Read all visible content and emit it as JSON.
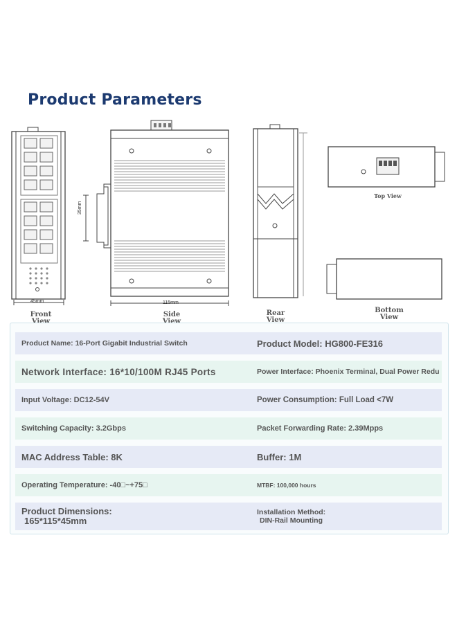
{
  "heading": "Product Parameters",
  "drawings": {
    "views": [
      {
        "id": "front",
        "label_line1": "Front",
        "label_line2": "View"
      },
      {
        "id": "side",
        "label_line1": "Side",
        "label_line2": "View"
      },
      {
        "id": "rear",
        "label_line1": "Rear",
        "label_line2": "View"
      },
      {
        "id": "top",
        "label_line1": "Top View",
        "label_line2": ""
      },
      {
        "id": "bottom",
        "label_line1": "Bottom",
        "label_line2": "View"
      }
    ],
    "dimensions": {
      "width_front": "45mm",
      "length_side": "115mm",
      "rail_height": "35mm"
    }
  },
  "specs": [
    {
      "left": "Product Name: 16-Port Gigabit Industrial Switch",
      "right": "Product Model: HG800-FE316"
    },
    {
      "left": "Network Interface: 16*10/100M RJ45 Ports",
      "right": "Power Interface: Phoenix Terminal, Dual Power Redu"
    },
    {
      "left": "Input Voltage: DC12-54V",
      "right": "Power Consumption: Full Load <7W"
    },
    {
      "left": "Switching Capacity: 3.2Gbps",
      "right": "Packet Forwarding Rate: 2.39Mpps"
    },
    {
      "left": "MAC Address Table: 8K",
      "right": "Buffer: 1M"
    },
    {
      "left": "Operating Temperature: -40□~+75□",
      "right": "MTBF: 100,000 hours"
    },
    {
      "left_line1": "Product Dimensions:",
      "left_line2": "165*115*45mm",
      "right_line1": "Installation Method:",
      "right_line2": "DIN-Rail Mounting"
    }
  ]
}
